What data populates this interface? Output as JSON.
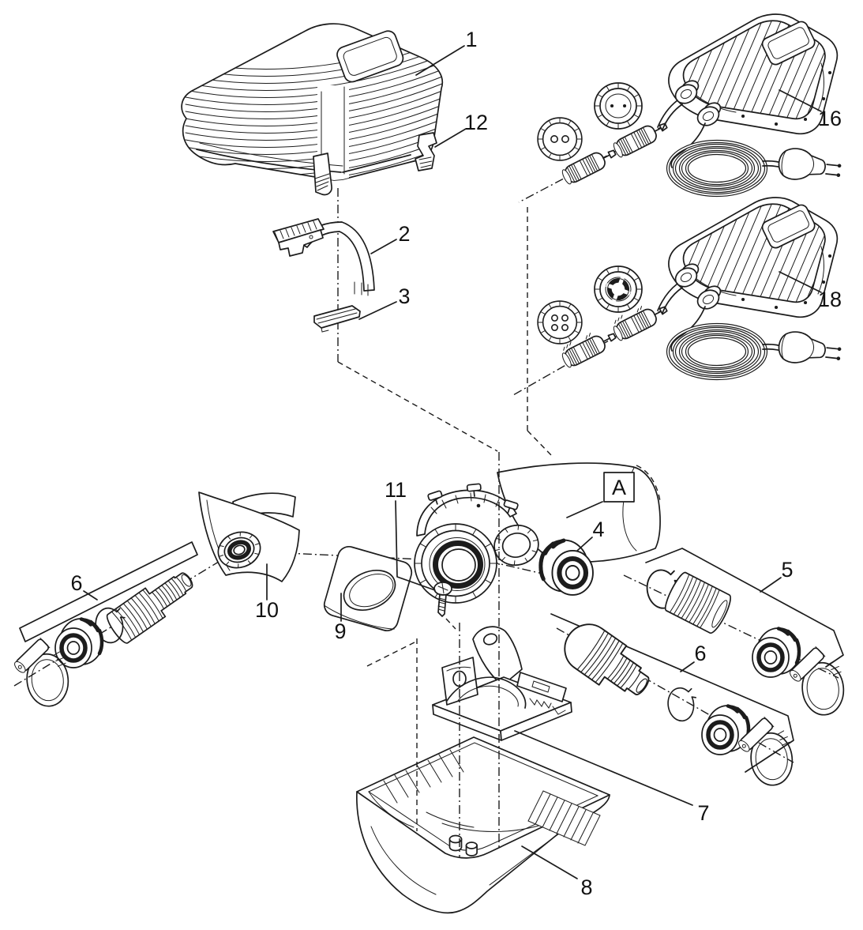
{
  "diagram": {
    "type": "exploded-parts-diagram",
    "background": "#ffffff",
    "line_color": "#1c1c1c",
    "callouts": {
      "p1": {
        "text": "1"
      },
      "p2": {
        "text": "2"
      },
      "p3": {
        "text": "3"
      },
      "p4": {
        "text": "4"
      },
      "p5": {
        "text": "5"
      },
      "p6_left": {
        "text": "6"
      },
      "p6_right": {
        "text": "6"
      },
      "p7": {
        "text": "7"
      },
      "p8": {
        "text": "8"
      },
      "p9": {
        "text": "9"
      },
      "p10": {
        "text": "10"
      },
      "p11": {
        "text": "11"
      },
      "p12": {
        "text": "12"
      },
      "p16": {
        "text": "16"
      },
      "p18": {
        "text": "18"
      },
      "detail_a": {
        "text": "A"
      }
    }
  }
}
